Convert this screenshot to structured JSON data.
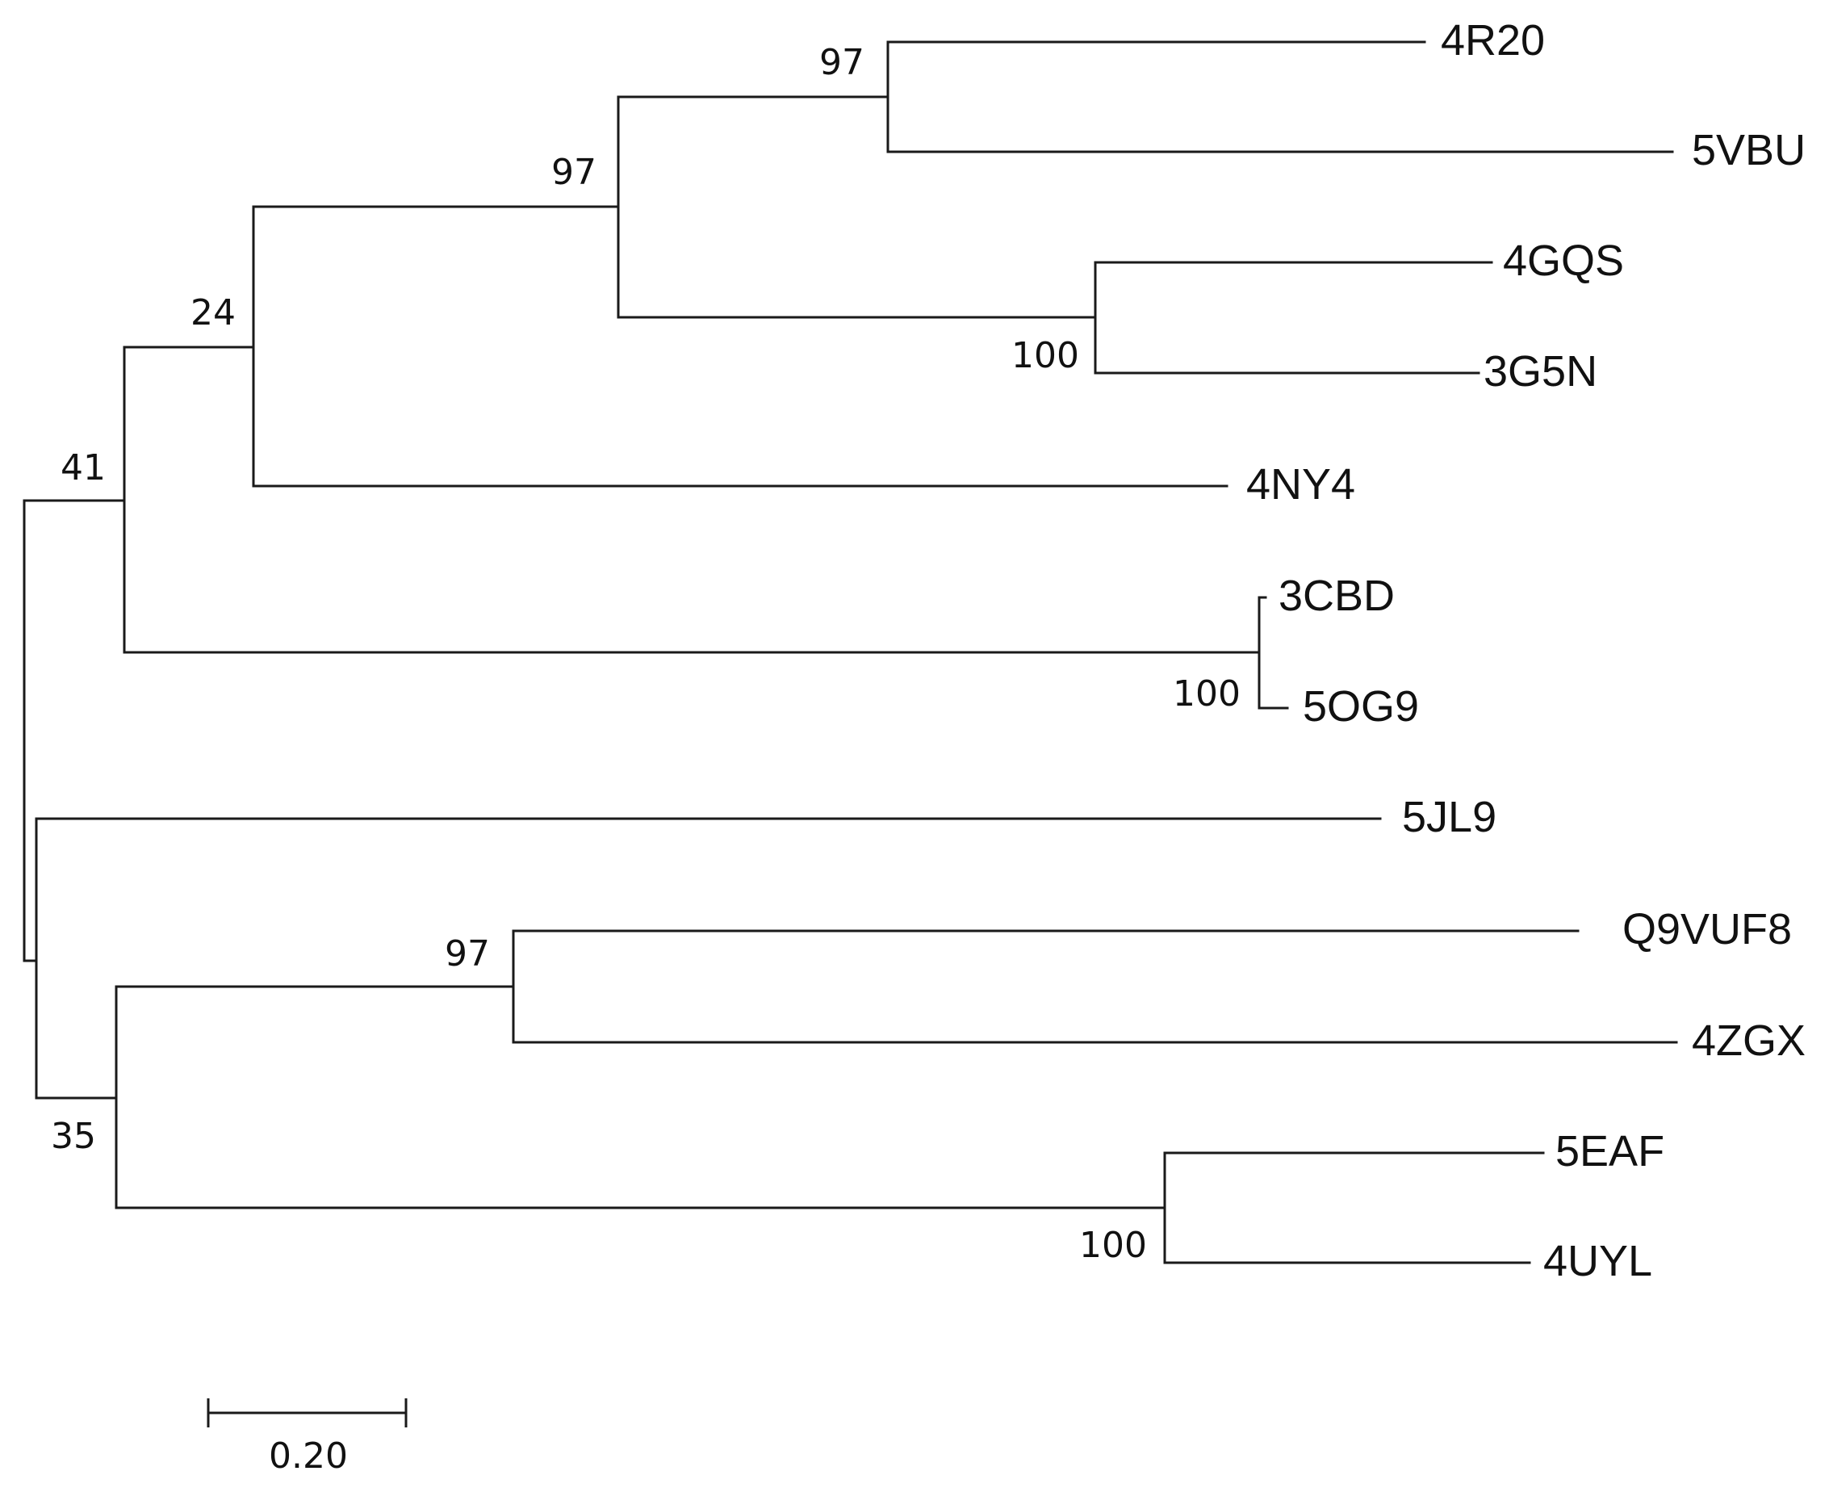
{
  "tree": {
    "leaves": {
      "4R20": "4R20",
      "5VBU": "5VBU",
      "4GQS": "4GQS",
      "3G5N": "3G5N",
      "4NY4": "4NY4",
      "3CBD": "3CBD",
      "5OG9": "5OG9",
      "5JL9": "5JL9",
      "Q9VUF8": "Q9VUF8",
      "4ZGX": "4ZGX",
      "5EAF": "5EAF",
      "4UYL": "4UYL"
    },
    "support": {
      "clade_4R20_5VBU": "97",
      "clade_4R20_5VBU_4GQS_3G5N": "97",
      "clade_4GQS_3G5N": "100",
      "clade_with_4NY4": "24",
      "clade_with_3CBD_5OG9": "41",
      "clade_3CBD_5OG9": "100",
      "clade_Q9VUF8_4ZGX": "97",
      "clade_5EAF_4UYL": "100",
      "clade_lower_four": "35"
    }
  },
  "scale_bar": {
    "label": "0.20",
    "length": 0.2
  }
}
